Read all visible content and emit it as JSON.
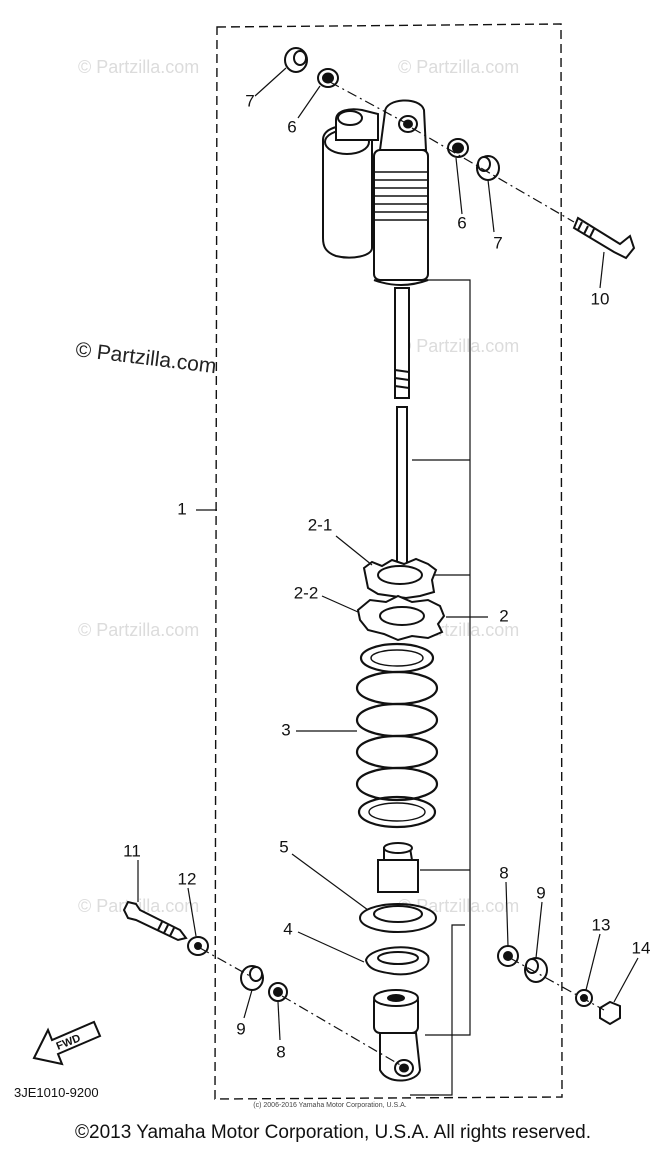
{
  "watermarks": {
    "main": "© Partzilla.com",
    "faint": "© Partzilla.com"
  },
  "part_number": "3JE1010-9200",
  "fwd_label": "FWD",
  "inner_copyright": "(c) 2006-2016 Yamaha Motor Corporation, U.S.A.",
  "footer_copyright": "©2013 Yamaha Motor Corporation, U.S.A. All rights reserved.",
  "callouts": {
    "c1": "1",
    "c2": "2",
    "c2_1": "2-1",
    "c2_2": "2-2",
    "c3": "3",
    "c4": "4",
    "c5": "5",
    "c6_top": "6",
    "c6_right": "6",
    "c7_top": "7",
    "c7_right": "7",
    "c8_right": "8",
    "c8_left": "8",
    "c9_right": "9",
    "c9_left": "9",
    "c10": "10",
    "c11": "11",
    "c12": "12",
    "c13": "13",
    "c14": "14"
  }
}
